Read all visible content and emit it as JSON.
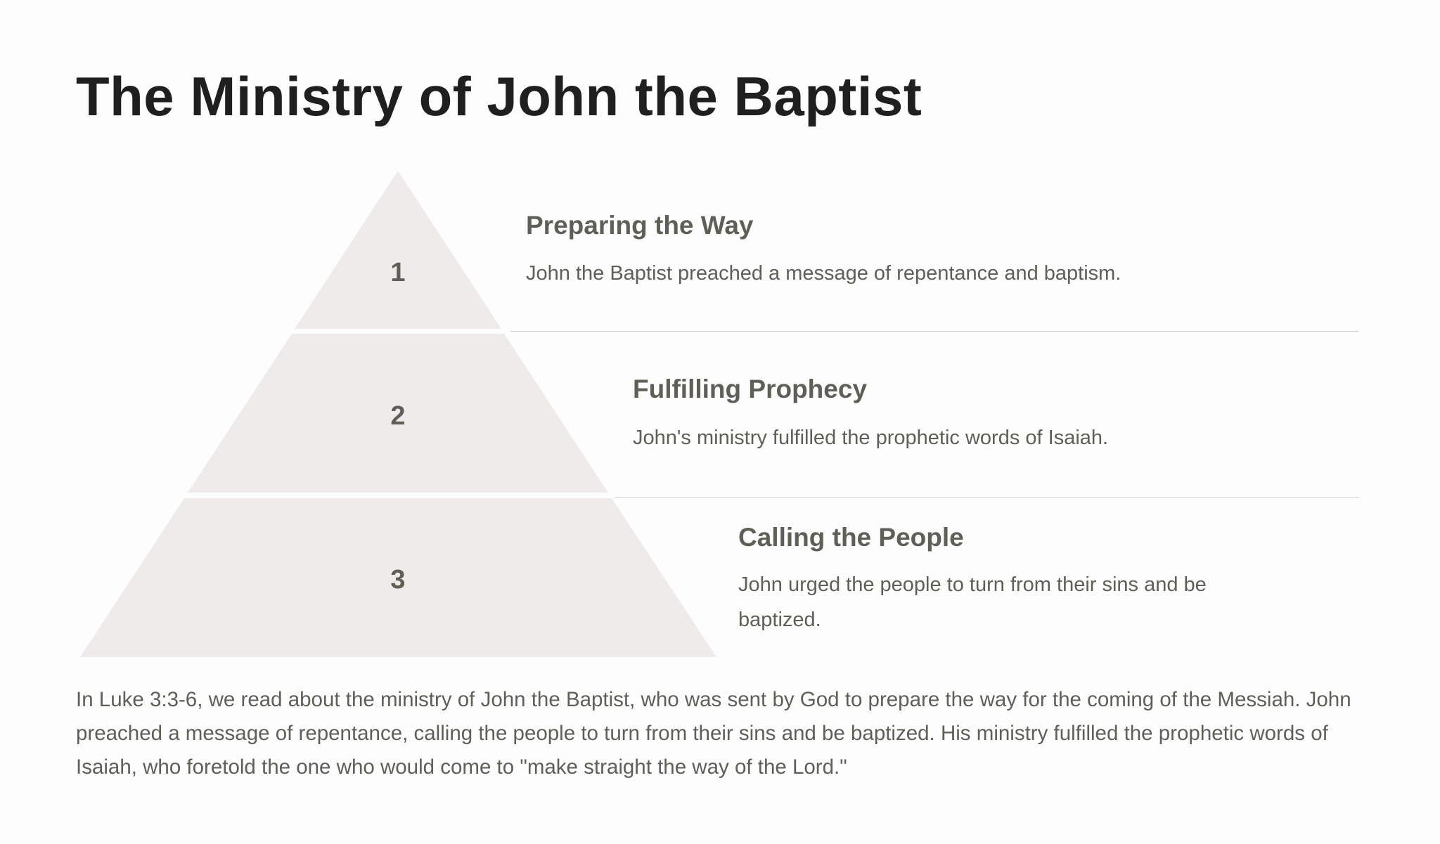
{
  "title": "The Ministry of John the Baptist",
  "tiers": [
    {
      "number": "1",
      "heading": "Preparing the Way",
      "description": "John the Baptist preached a message of repentance and baptism."
    },
    {
      "number": "2",
      "heading": "Fulfilling Prophecy",
      "description": "John's ministry fulfilled the prophetic words of Isaiah."
    },
    {
      "number": "3",
      "heading": "Calling the People",
      "description": "John urged the people to turn from their sins and be baptized."
    }
  ],
  "paragraph": "In Luke 3:3-6, we read about the ministry of John the Baptist, who was sent by God to prepare the way for the coming of the Messiah. John preached a message of repentance, calling the people to turn from their sins and be baptized. His ministry fulfilled the prophetic words of Isaiah, who foretold the one who would come to \"make straight the way of the Lord.\"",
  "colors": {
    "tier_fill": "#f0ebeb",
    "text": "#5f5f58",
    "title": "#1f1f1f"
  }
}
